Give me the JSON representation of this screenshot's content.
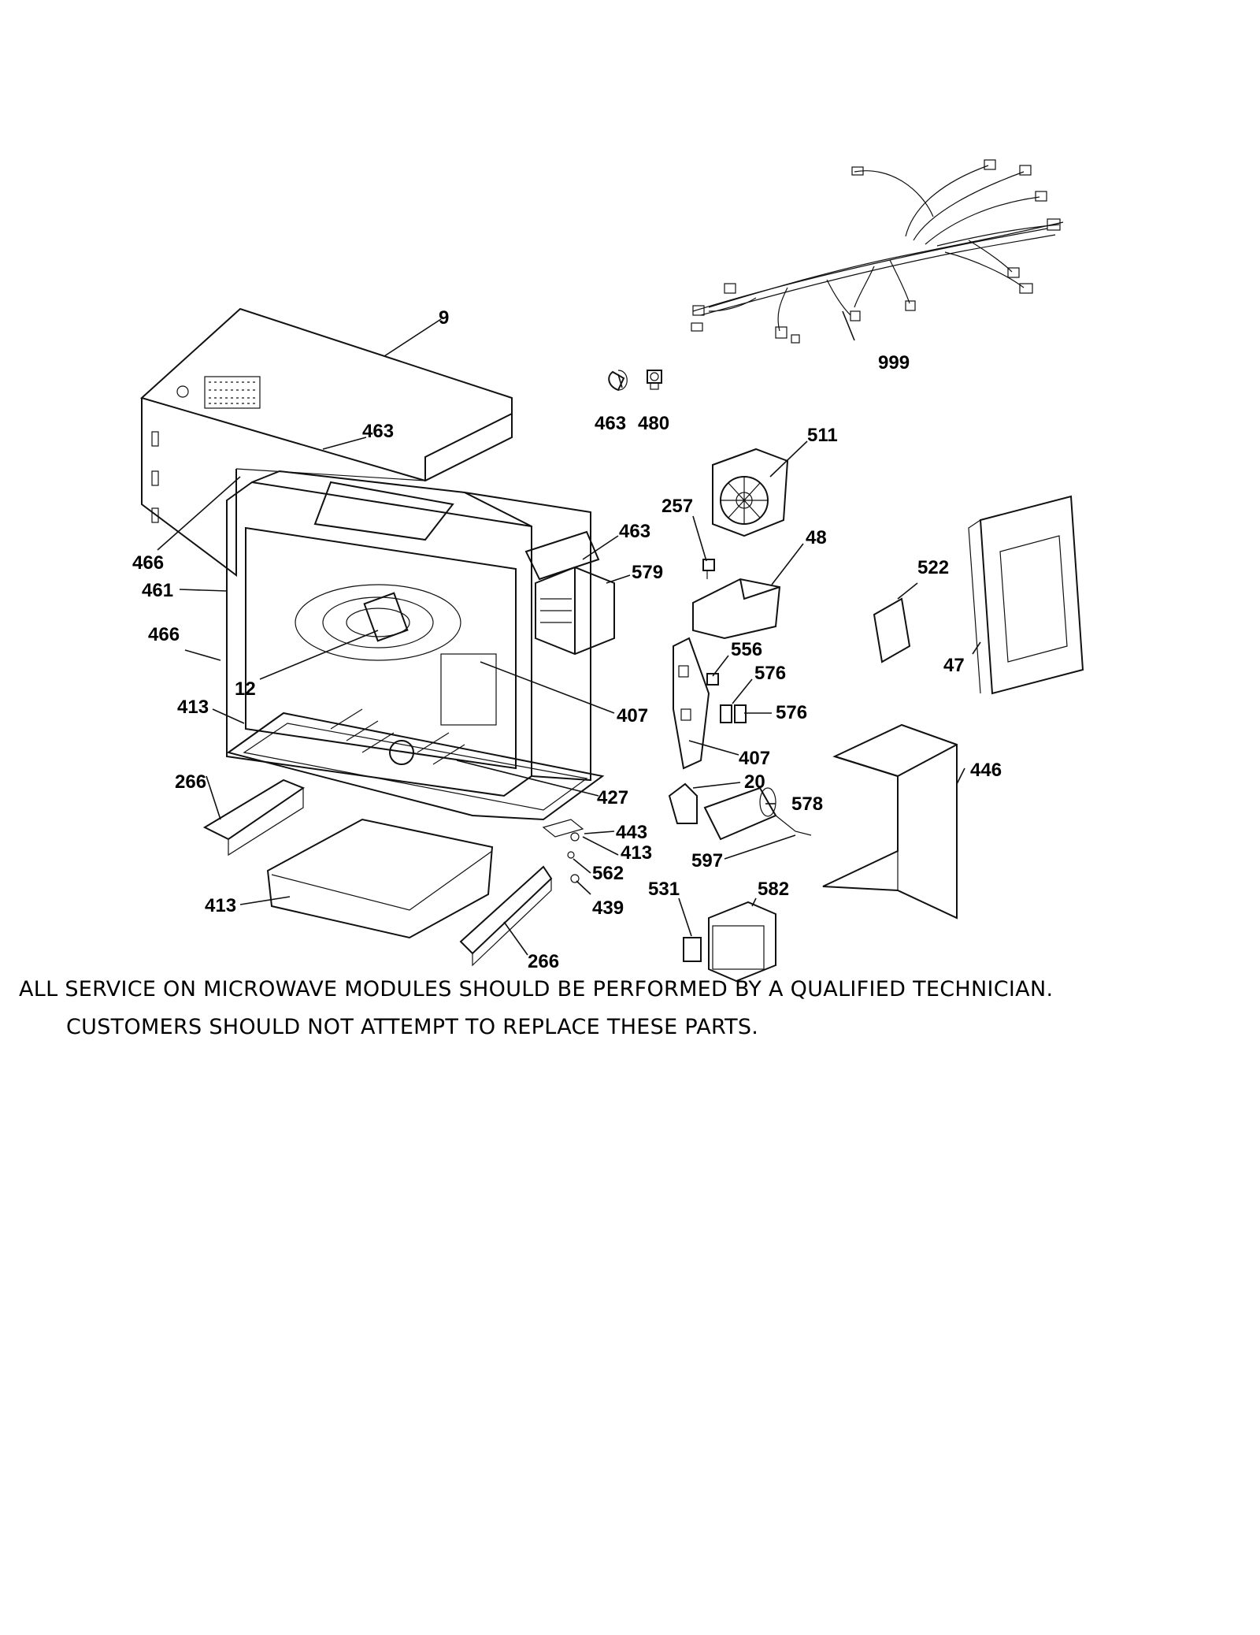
{
  "callouts": {
    "c9": "9",
    "c463a": "463",
    "c463b": "463",
    "c480": "480",
    "c999": "999",
    "c511": "511",
    "c257": "257",
    "c48": "48",
    "c463c": "463",
    "c579": "579",
    "c522": "522",
    "c466a": "466",
    "c461": "461",
    "c466b": "466",
    "c12": "12",
    "c556": "556",
    "c576a": "576",
    "c576b": "576",
    "c47": "47",
    "c413a": "413",
    "c407a": "407",
    "c407b": "407",
    "c266a": "266",
    "c20": "20",
    "c446": "446",
    "c427": "427",
    "c578": "578",
    "c443": "443",
    "c413b": "413",
    "c562": "562",
    "c597": "597",
    "c531": "531",
    "c582": "582",
    "c413c": "413",
    "c439": "439",
    "c266b": "266"
  },
  "notice": {
    "line1": "ALL SERVICE ON MICROWAVE MODULES SHOULD BE PERFORMED BY A QUALIFIED TECHNICIAN.",
    "line2": "CUSTOMERS SHOULD NOT ATTEMPT TO REPLACE THESE PARTS."
  }
}
